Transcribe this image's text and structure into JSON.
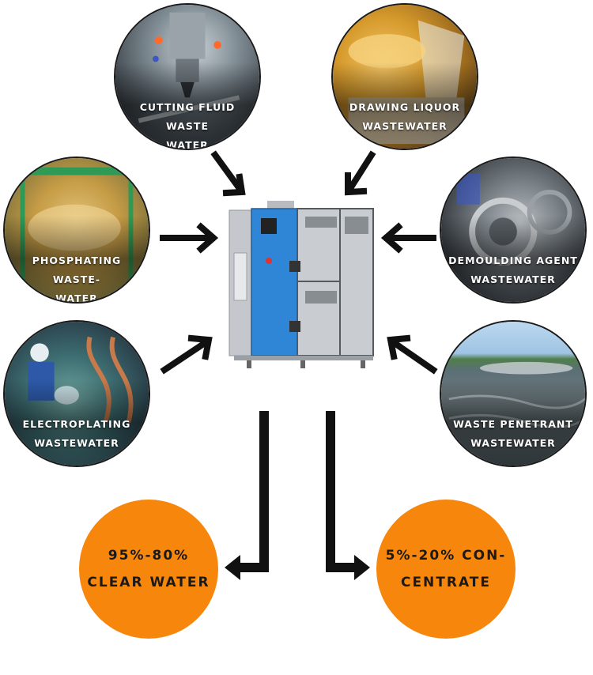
{
  "sources": [
    {
      "id": "cutting",
      "label": "CUTTING FLUID WASTE\nWATER"
    },
    {
      "id": "drawing",
      "label": "DRAWING LIQUOR\nWASTEWATER"
    },
    {
      "id": "phosphating",
      "label": "PHOSPHATING WASTE-\nWATER"
    },
    {
      "id": "demoulding",
      "label": "DEMOULDING AGENT\nWASTEWATER"
    },
    {
      "id": "electroplating",
      "label": "ELECTROPLATING\nWASTEWATER"
    },
    {
      "id": "penetrant",
      "label": "WASTE PENETRANT\nWASTEWATER"
    }
  ],
  "outputs": {
    "clear_water": "95%-80%\nCLEAR WATER",
    "concentrate": "5%-20% CON-\nCENTRATE"
  },
  "colors": {
    "output_fill": "#f7870c",
    "machine_blue": "#2f86d6",
    "machine_grey": "#c9ccd0",
    "arrow": "#111111"
  }
}
